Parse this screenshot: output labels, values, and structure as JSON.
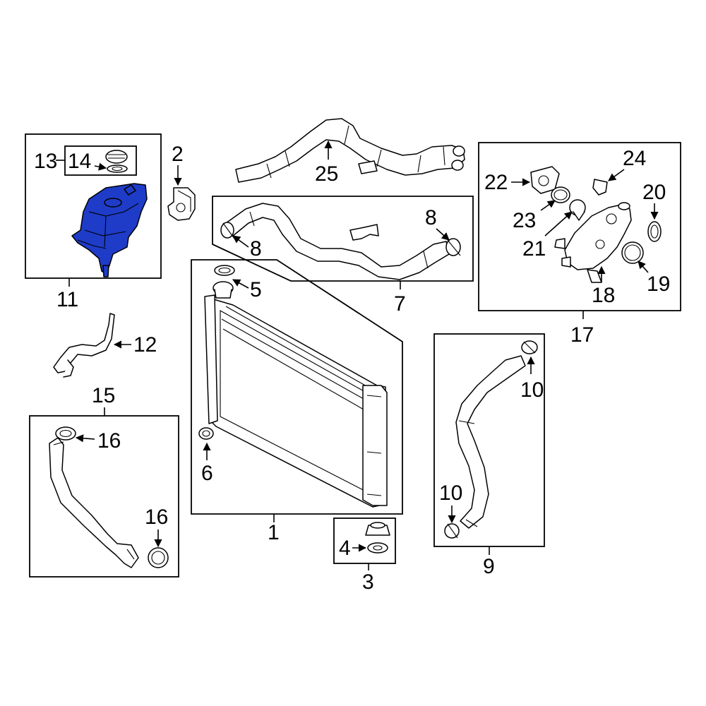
{
  "highlight_color": "#1e3cc8",
  "callouts": {
    "c1": "1",
    "c2": "2",
    "c3": "3",
    "c4": "4",
    "c5": "5",
    "c6": "6",
    "c7": "7",
    "c8a": "8",
    "c8b": "8",
    "c9": "9",
    "c10a": "10",
    "c10b": "10",
    "c11": "11",
    "c12": "12",
    "c13": "13",
    "c14": "14",
    "c15": "15",
    "c16a": "16",
    "c16b": "16",
    "c17": "17",
    "c18": "18",
    "c19": "19",
    "c20": "20",
    "c21": "21",
    "c22": "22",
    "c23": "23",
    "c24": "24",
    "c25": "25"
  }
}
